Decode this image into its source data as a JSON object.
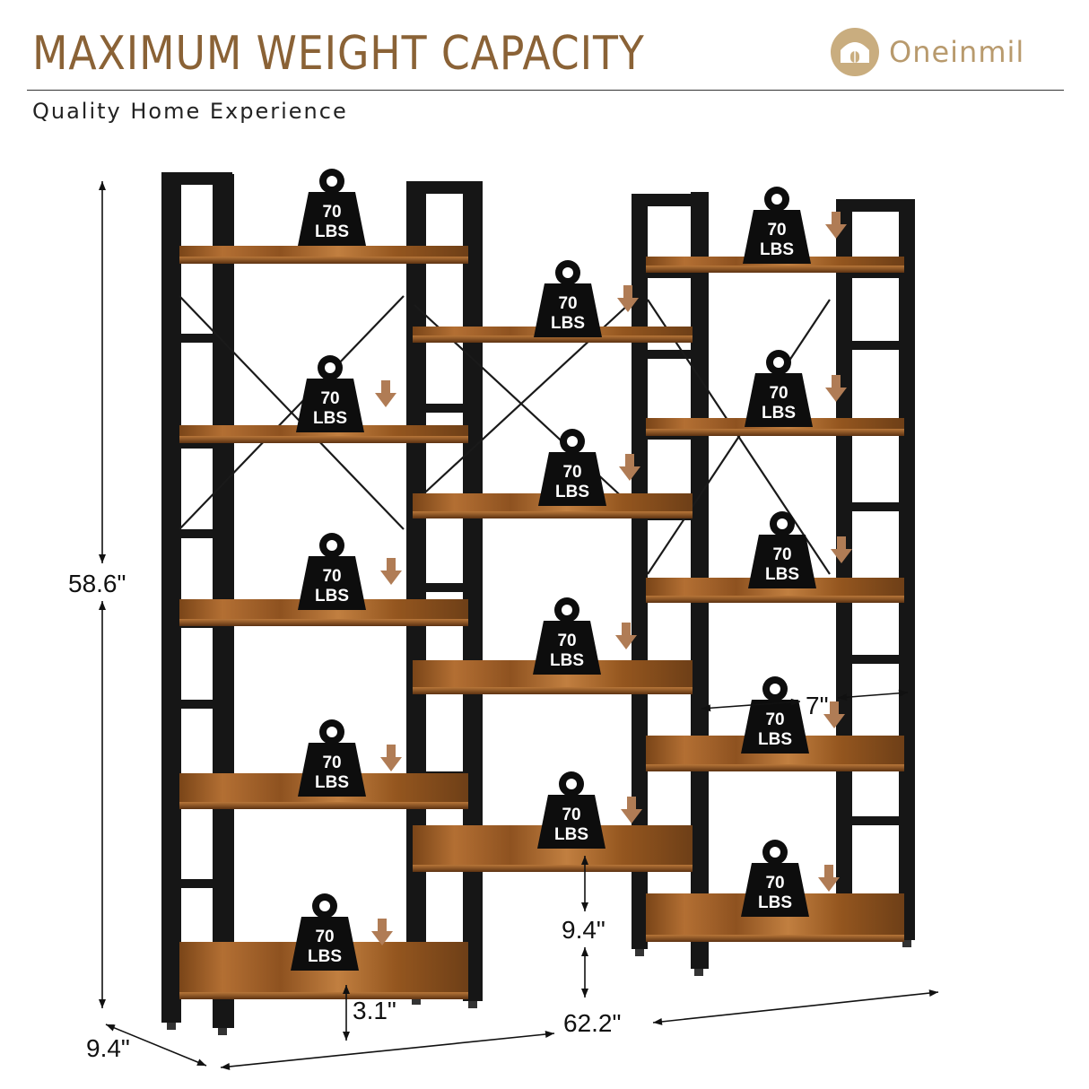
{
  "header": {
    "title": "MAXIMUM WEIGHT CAPACITY",
    "subtitle": "Quality Home Experience",
    "brand_name": "Oneinmil"
  },
  "dimensions": {
    "height": "58.6\"",
    "depth": "9.4\"",
    "width": "62.2\"",
    "bottom_clearance": "3.1\"",
    "shelf_spacing": "9.4\"",
    "shelf_depth": "7\""
  },
  "weight_tag": {
    "value": "70",
    "unit": "LBS"
  },
  "colors": {
    "title": "#8a6236",
    "brand": "#b89a6d",
    "frame": "#161616",
    "wood": "#a9662c",
    "wood_dark": "#6e3f17",
    "arrow": "#b07c55",
    "weight": "#0d0d0d"
  }
}
